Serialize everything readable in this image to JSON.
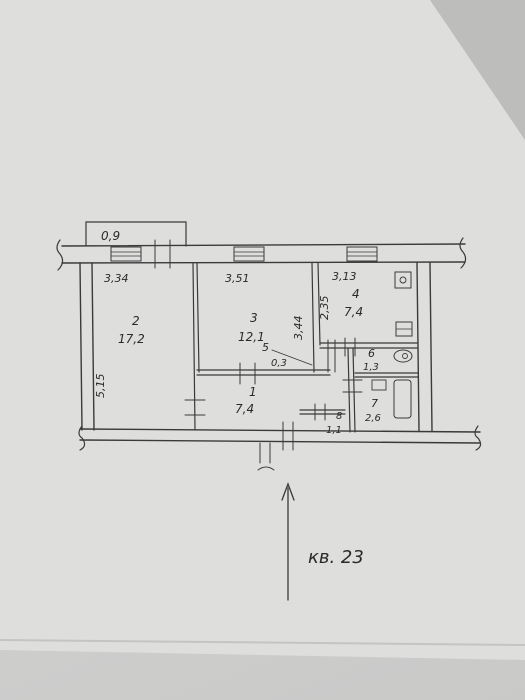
{
  "plan": {
    "balcony_width": "0,9",
    "wall_lengths": {
      "top_room2": "3,34",
      "top_room3": "3,51",
      "top_room4": "3,13",
      "room3_right": "3,44",
      "room4_left": "2,35",
      "room2_left": "5,15"
    },
    "rooms": [
      {
        "number": "1",
        "area": "7,4"
      },
      {
        "number": "2",
        "area": "17,2"
      },
      {
        "number": "3",
        "area": "12,1"
      },
      {
        "number": "4",
        "area": "7,4"
      },
      {
        "number": "5",
        "area": "0,3"
      },
      {
        "number": "6",
        "area": "1,3"
      },
      {
        "number": "7",
        "area": "2,6"
      },
      {
        "number": "8",
        "area": "1,1"
      }
    ],
    "apartment_label": "кв. 23"
  }
}
